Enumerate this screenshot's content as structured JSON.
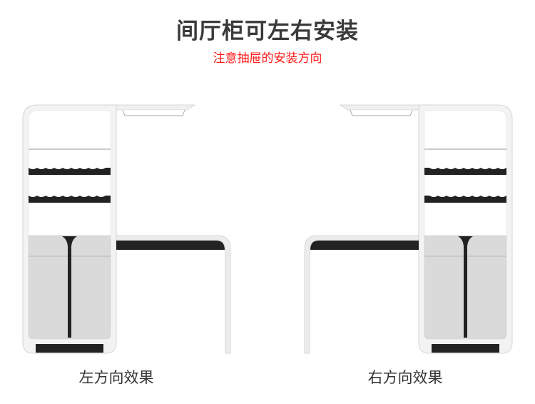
{
  "header": {
    "title": "间厅柜可左右安装",
    "subtitle": "注意抽屉的安装方向"
  },
  "views": [
    {
      "caption": "左方向效果"
    },
    {
      "caption": "右方向效果"
    }
  ],
  "colors": {
    "title": "#3a3a3a",
    "subtitle": "#ff1a1a",
    "frame": "#f2f2f2",
    "panel": "#dadada",
    "accent_black": "#222222"
  }
}
